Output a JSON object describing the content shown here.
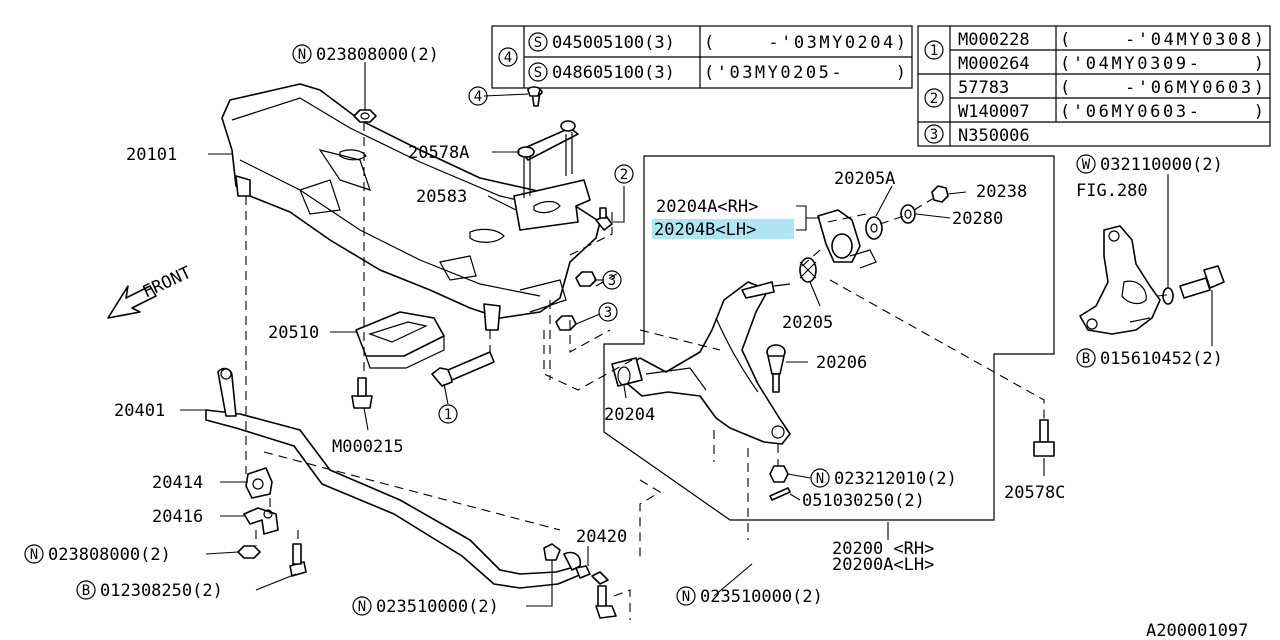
{
  "diagram_id": "A200001097",
  "front_label": "FRONT",
  "table_left": {
    "ref": "4",
    "rows": [
      {
        "prefix": "S",
        "part": "045005100(3)",
        "range": "(　　 -'03MY0204)"
      },
      {
        "prefix": "S",
        "part": "048605100(3)",
        "range": "('03MY0205-　　 )"
      }
    ]
  },
  "table_right": {
    "rows": [
      {
        "ref": "1",
        "part": "M000228",
        "range": "(　　 -'04MY0308)"
      },
      {
        "ref": "",
        "part": "M000264",
        "range": "('04MY0309-　　 )"
      },
      {
        "ref": "2",
        "part": "57783",
        "range": "(　　 -'06MY0603)"
      },
      {
        "ref": "",
        "part": "W140007",
        "range": "('06MY0603-　　 )"
      },
      {
        "ref": "3",
        "part": "N350006",
        "range": ""
      }
    ]
  },
  "labels": {
    "l20101": "20101",
    "l20578A": "20578A",
    "l20583": "20583",
    "l20510": "20510",
    "l20401": "20401",
    "lM000215": "M000215",
    "l20414": "20414",
    "l20416": "20416",
    "l20420": "20420",
    "l20204A": "20204A<RH>",
    "l20204B": "20204B<LH>",
    "l20205A": "20205A",
    "l20238": "20238",
    "l20280": "20280",
    "l20205": "20205",
    "l20206": "20206",
    "l20204": "20204",
    "l20578C": "20578C",
    "l20200": "20200 <RH>",
    "l20200A": "20200A<LH>",
    "fig280": "FIG.280"
  },
  "callouts": {
    "n_top": {
      "prefix": "N",
      "text": "023808000(2)"
    },
    "n_left": {
      "prefix": "N",
      "text": "023808000(2)"
    },
    "b_left": {
      "prefix": "B",
      "text": "012308250(2)"
    },
    "n_bottom_mid": {
      "prefix": "N",
      "text": "023510000(2)"
    },
    "n_bottom_right": {
      "prefix": "N",
      "text": "023510000(2)"
    },
    "n_nut": {
      "prefix": "N",
      "text": "023212010(2)"
    },
    "pin": {
      "prefix": "",
      "text": "051030250(2)"
    },
    "w_right": {
      "prefix": "W",
      "text": "032110000(2)"
    },
    "b_right": {
      "prefix": "B",
      "text": "015610452(2)"
    }
  },
  "circle_refs": {
    "c1": "1",
    "c2": "2",
    "c3a": "3",
    "c3b": "3",
    "c4": "4"
  },
  "colors": {
    "highlight": "#aee6f5",
    "line": "#000000"
  }
}
